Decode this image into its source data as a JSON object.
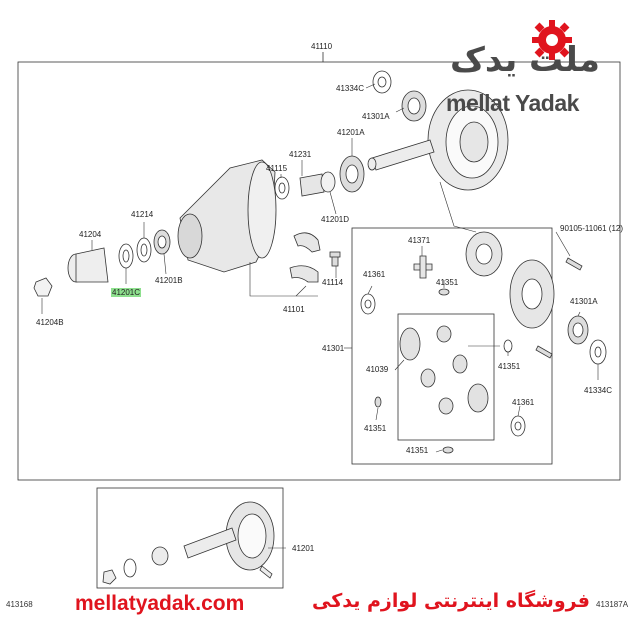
{
  "brand": {
    "logo_fa": "ملت یدک",
    "logo_en": "mellat Yadak",
    "accent_color": "#e0141e"
  },
  "diagram": {
    "top_assembly_label": "41110",
    "labels": {
      "l41334c_top": "41334C",
      "l41301a_top": "41301A",
      "l41201a": "41201A",
      "l41231": "41231",
      "l41115": "41115",
      "l41201d": "41201D",
      "l41214": "41214",
      "l41204": "41204",
      "l41201c": "41201C",
      "l41201b": "41201B",
      "l41204b": "41204B",
      "l41114": "41114",
      "l41101": "41101",
      "l90105": "90105-11061 (12)",
      "l41371": "41371",
      "l41361_a": "41361",
      "l41351_a": "41351",
      "l41301": "41301",
      "l41039": "41039",
      "l41351_b": "41351",
      "l41361_b": "41361",
      "l41351_c": "41351",
      "l41351_d": "41351",
      "l41301a_right": "41301A",
      "l41334c_right": "41334C",
      "l41201_bottom": "41201"
    },
    "highlight_color": "#8ee08e",
    "corner_left": "413168",
    "corner_right": "413187A"
  },
  "footer": {
    "url": "mellatyadak.com",
    "tagline_fa": "فروشگاه اینترنتی لوازم یدکی"
  }
}
